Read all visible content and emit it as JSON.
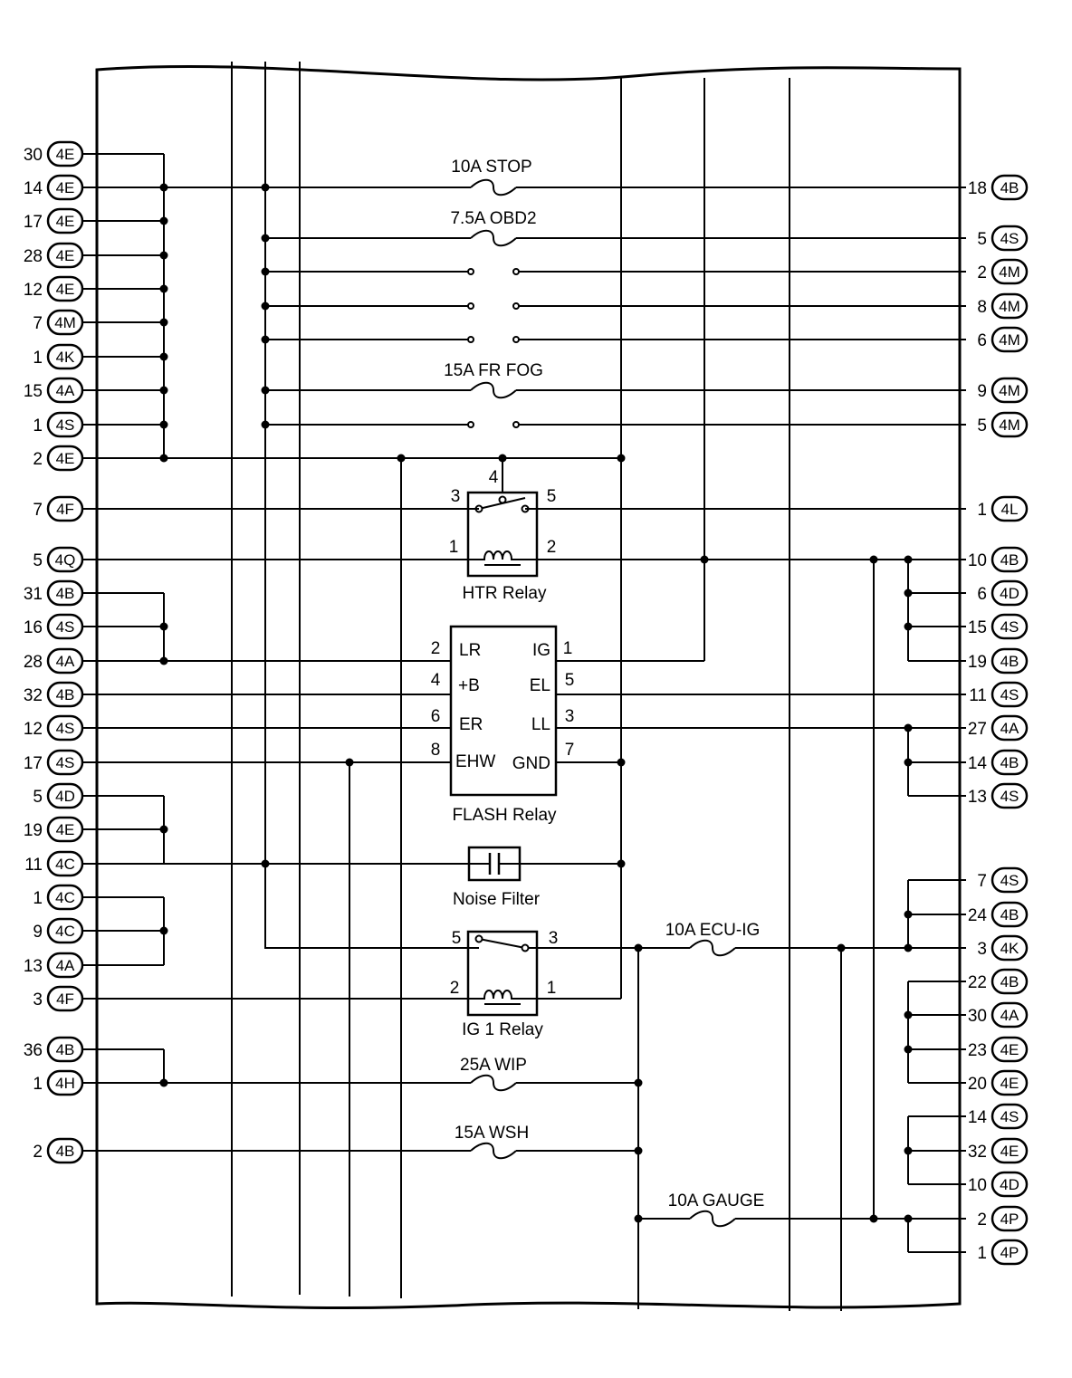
{
  "diagram": {
    "left_connectors": [
      {
        "pin": "30",
        "conn": "4E"
      },
      {
        "pin": "14",
        "conn": "4E"
      },
      {
        "pin": "17",
        "conn": "4E"
      },
      {
        "pin": "28",
        "conn": "4E"
      },
      {
        "pin": "12",
        "conn": "4E"
      },
      {
        "pin": "7",
        "conn": "4M"
      },
      {
        "pin": "1",
        "conn": "4K"
      },
      {
        "pin": "15",
        "conn": "4A"
      },
      {
        "pin": "1",
        "conn": "4S"
      },
      {
        "pin": "2",
        "conn": "4E"
      },
      {
        "pin": "7",
        "conn": "4F"
      },
      {
        "pin": "5",
        "conn": "4Q"
      },
      {
        "pin": "31",
        "conn": "4B"
      },
      {
        "pin": "16",
        "conn": "4S"
      },
      {
        "pin": "28",
        "conn": "4A"
      },
      {
        "pin": "32",
        "conn": "4B"
      },
      {
        "pin": "12",
        "conn": "4S"
      },
      {
        "pin": "17",
        "conn": "4S"
      },
      {
        "pin": "5",
        "conn": "4D"
      },
      {
        "pin": "19",
        "conn": "4E"
      },
      {
        "pin": "11",
        "conn": "4C"
      },
      {
        "pin": "1",
        "conn": "4C"
      },
      {
        "pin": "9",
        "conn": "4C"
      },
      {
        "pin": "13",
        "conn": "4A"
      },
      {
        "pin": "3",
        "conn": "4F"
      },
      {
        "pin": "36",
        "conn": "4B"
      },
      {
        "pin": "1",
        "conn": "4H"
      },
      {
        "pin": "2",
        "conn": "4B"
      }
    ],
    "right_connectors": [
      {
        "pin": "18",
        "conn": "4B"
      },
      {
        "pin": "5",
        "conn": "4S"
      },
      {
        "pin": "2",
        "conn": "4M"
      },
      {
        "pin": "8",
        "conn": "4M"
      },
      {
        "pin": "6",
        "conn": "4M"
      },
      {
        "pin": "9",
        "conn": "4M"
      },
      {
        "pin": "5",
        "conn": "4M"
      },
      {
        "pin": "1",
        "conn": "4L"
      },
      {
        "pin": "10",
        "conn": "4B"
      },
      {
        "pin": "6",
        "conn": "4D"
      },
      {
        "pin": "15",
        "conn": "4S"
      },
      {
        "pin": "19",
        "conn": "4B"
      },
      {
        "pin": "11",
        "conn": "4S"
      },
      {
        "pin": "27",
        "conn": "4A"
      },
      {
        "pin": "14",
        "conn": "4B"
      },
      {
        "pin": "13",
        "conn": "4S"
      },
      {
        "pin": "7",
        "conn": "4S"
      },
      {
        "pin": "24",
        "conn": "4B"
      },
      {
        "pin": "3",
        "conn": "4K"
      },
      {
        "pin": "22",
        "conn": "4B"
      },
      {
        "pin": "30",
        "conn": "4A"
      },
      {
        "pin": "23",
        "conn": "4E"
      },
      {
        "pin": "20",
        "conn": "4E"
      },
      {
        "pin": "14",
        "conn": "4S"
      },
      {
        "pin": "32",
        "conn": "4E"
      },
      {
        "pin": "10",
        "conn": "4D"
      },
      {
        "pin": "2",
        "conn": "4P"
      },
      {
        "pin": "1",
        "conn": "4P"
      }
    ],
    "fuses": {
      "stop": "10A STOP",
      "obd2": "7.5A OBD2",
      "fr_fog": "15A FR FOG",
      "ecu_ig": "10A ECU-IG",
      "wip": "25A WIP",
      "wsh": "15A WSH",
      "gauge": "10A GAUGE"
    },
    "htr_relay": {
      "label": "HTR Relay",
      "pins": {
        "p4": "4",
        "p3": "3",
        "p5": "5",
        "p1": "1",
        "p2": "2"
      }
    },
    "flash_relay": {
      "label": "FLASH Relay",
      "left_terms": [
        "LR",
        "+B",
        "ER",
        "EHW"
      ],
      "left_pins": [
        "2",
        "4",
        "6",
        "8"
      ],
      "right_terms": [
        "IG",
        "EL",
        "LL",
        "GND"
      ],
      "right_pins": [
        "1",
        "5",
        "3",
        "7"
      ]
    },
    "noise_filter": {
      "label": "Noise Filter"
    },
    "ig1_relay": {
      "label": "IG 1 Relay",
      "pins": {
        "p5": "5",
        "p3": "3",
        "p2": "2",
        "p1": "1"
      }
    }
  }
}
